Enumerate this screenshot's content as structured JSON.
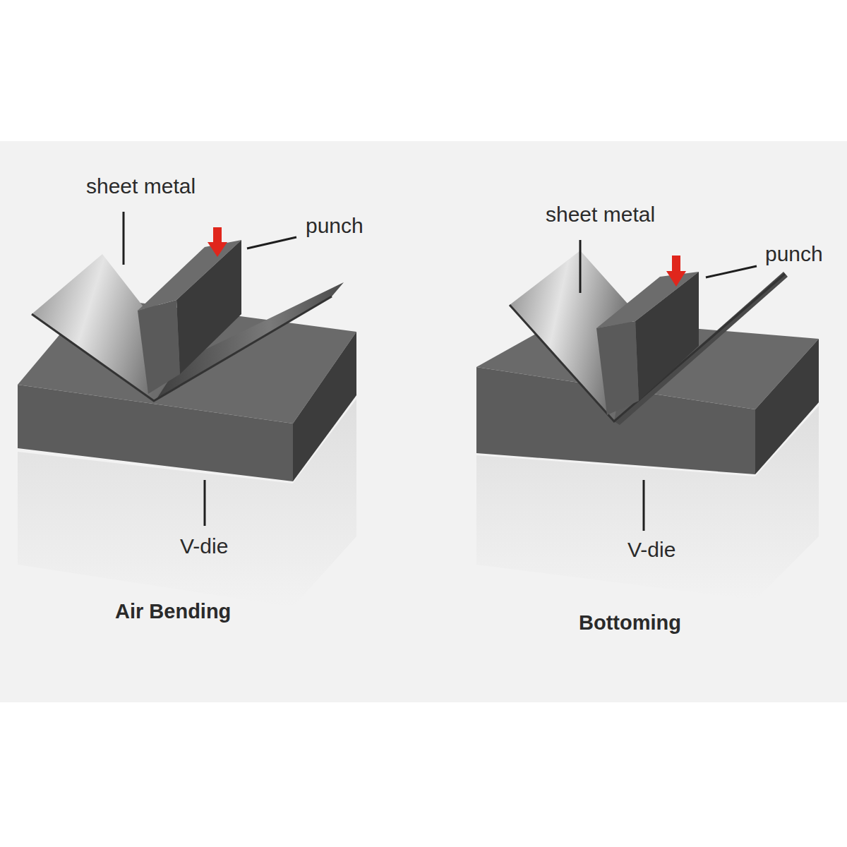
{
  "diagram": {
    "labels": [
      "sheet metal",
      "punch",
      "V-die",
      "Air Bending",
      "sheet metal",
      "punch",
      "V-die",
      "Bottoming"
    ]
  }
}
